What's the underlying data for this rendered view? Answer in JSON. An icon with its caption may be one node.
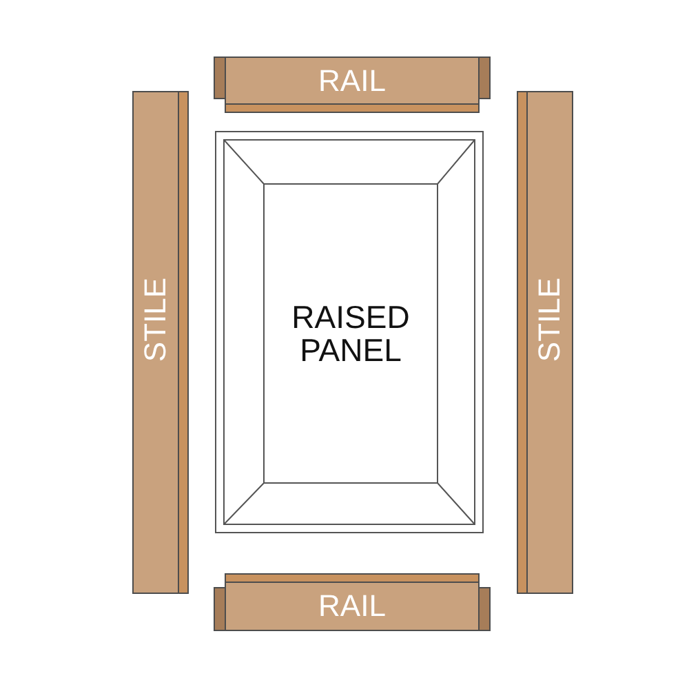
{
  "diagram": {
    "nodes": [
      {
        "text": [
          "RAIL"
        ]
      },
      {
        "text": [
          "STILE"
        ]
      },
      {
        "text": [
          "RAISED PANEL"
        ]
      },
      {
        "text": [
          "STILE"
        ]
      },
      {
        "text": [
          "RAIL"
        ]
      }
    ]
  }
}
